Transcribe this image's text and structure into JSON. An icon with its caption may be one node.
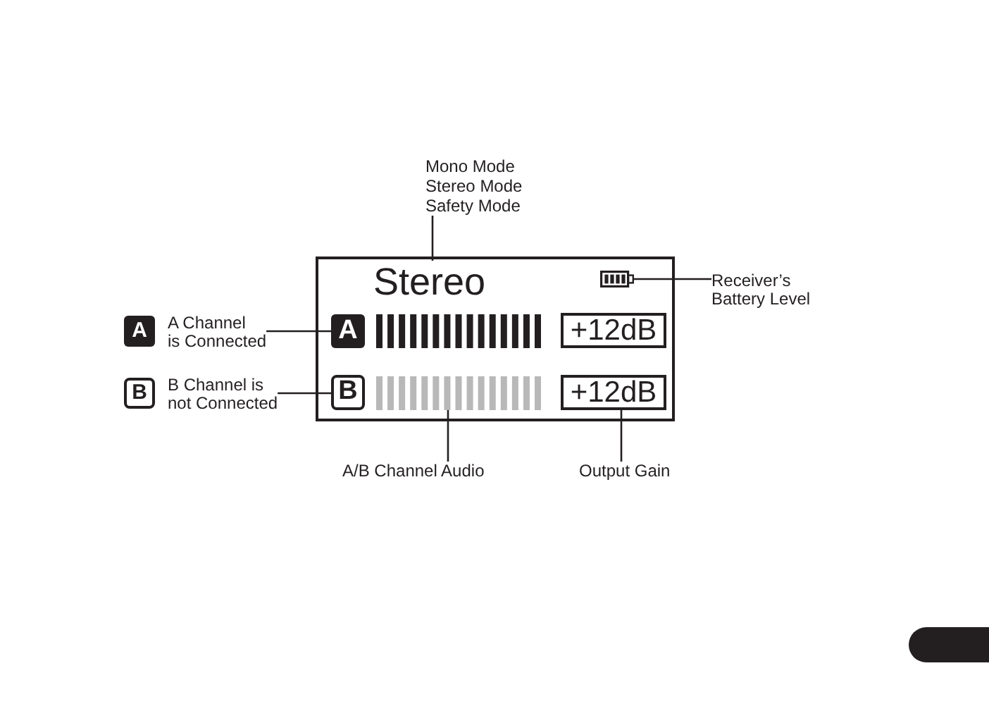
{
  "diagram": {
    "nodes": [
      {
        "text": [
          "Mono Mode",
          "Stereo Mode",
          "Safety Mode"
        ]
      },
      {
        "text": [],
        "shape": "box"
      },
      {
        "text": [
          "Stereo"
        ],
        "in": 1
      },
      {
        "text": [],
        "shape": "picture",
        "in": 1
      },
      {
        "text": [
          "Receiver’s Battery Level"
        ]
      },
      {
        "text": [
          "A"
        ]
      },
      {
        "text": [
          "A Channel is Connected"
        ]
      },
      {
        "text": [
          "A"
        ],
        "in": 1
      },
      {
        "text": [],
        "shape": "bar",
        "in": 1
      },
      {
        "text": [
          "+12dB"
        ],
        "in": 1
      },
      {
        "text": [
          "B"
        ]
      },
      {
        "text": [
          "B Channel is not Connected"
        ]
      },
      {
        "text": [
          "B"
        ],
        "in": 1
      },
      {
        "text": [],
        "shape": "bar",
        "in": 1
      },
      {
        "text": [
          "+12dB"
        ],
        "in": 1
      },
      {
        "text": [
          "A/B Channel Audio"
        ]
      },
      {
        "text": [
          "Output Gain"
        ]
      }
    ],
    "edges": [
      {
        "from": 0,
        "to": 2,
        "arrow": "none"
      },
      {
        "from": 4,
        "to": 3,
        "arrow": "none"
      },
      {
        "from": 6,
        "to": 7,
        "arrow": "none"
      },
      {
        "from": 11,
        "to": 12,
        "arrow": "none"
      },
      {
        "from": 15,
        "to": 13,
        "arrow": "none"
      },
      {
        "from": 16,
        "to": 14,
        "arrow": "none"
      }
    ]
  }
}
